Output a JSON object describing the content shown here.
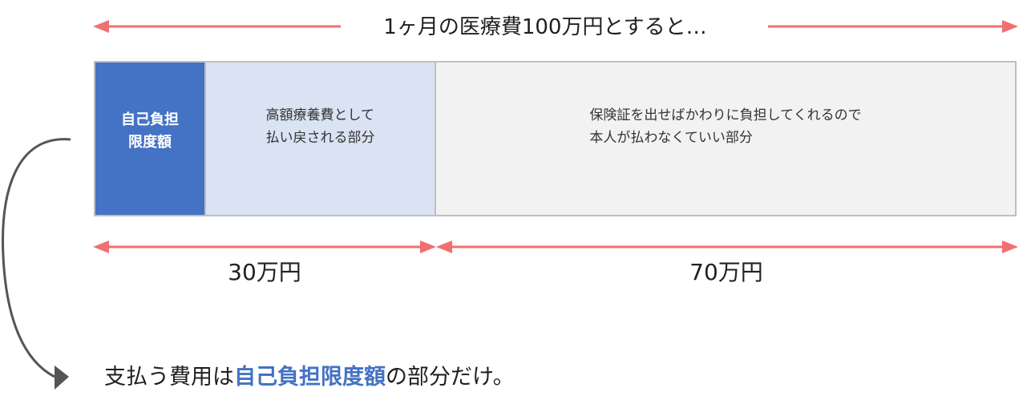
{
  "title": "1ヶ月の医療費100万円とすると…",
  "segments": {
    "self": {
      "line1": "自己負担",
      "line2": "限度額"
    },
    "refund": {
      "line1": "高額療養費として",
      "line2": "払い戻される部分"
    },
    "insurance": {
      "line1": "保険証を出せばかわりに負担してくれるので",
      "line2": "本人が払わなくていい部分"
    }
  },
  "amounts": {
    "left": "30万円",
    "right": "70万円"
  },
  "conclusion": {
    "before": "支払う費用は",
    "highlight": "自己負担限度額",
    "after": "の部分だけ。"
  },
  "colors": {
    "arrow": "#f07070",
    "self_fill": "#4472c4",
    "refund_fill": "#dae3f3",
    "insurance_fill": "#f2f2f2",
    "curve": "#555555"
  }
}
